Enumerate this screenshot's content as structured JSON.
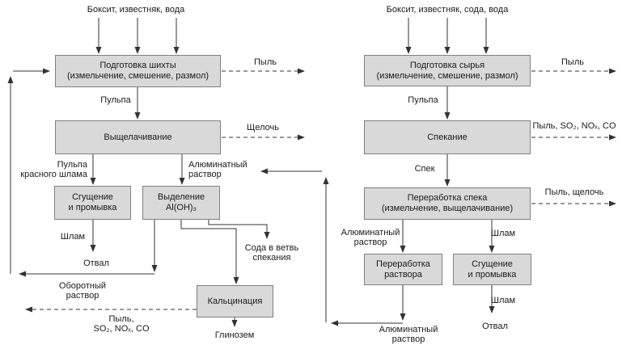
{
  "left": {
    "feed": "Боксит, известняк, вода",
    "box_prep": "Подготовка шихты\n(измельчение, смешение, размол)",
    "dust": "Пыль",
    "pulp": "Пульпа",
    "box_leach": "Выщелачивание",
    "alkali": "Щелочь",
    "red_mud_pulp": "Пульпа\nкрасного шлама",
    "aluminate_solution": "Алюминатный\nраствор",
    "box_thicken": "Сгущение\nи промывка",
    "box_precip": "Выделение\nAl(OH)₃",
    "sludge": "Шлам",
    "dump": "Отвал",
    "recycled_solution": "Оборотный\nраствор",
    "soda_to_sintering": "Сода в ветвь\nспекания",
    "box_calcination": "Кальцинация",
    "calcination_emissions": "Пыль,\nSO₂, NOₓ, CO",
    "alumina": "Глинозем"
  },
  "right": {
    "feed": "Боксит, известняк, сода, вода",
    "box_prep": "Подготовка сырья\n(измельчение, смешение, размол)",
    "dust": "Пыль",
    "pulp": "Пульпа",
    "box_sinter": "Спекание",
    "sinter_emissions": "Пыль, SO₂, NOₓ, CO",
    "cake": "Спек",
    "box_cake_processing": "Переработка спека\n(измельчение, выщелачивание)",
    "cake_emissions": "Пыль, щелочь",
    "aluminate_solution_in": "Алюминатный\nраствор",
    "sludge_1": "Шлам",
    "box_solution_processing": "Переработка\nраствора",
    "box_thicken": "Сгущение\nи промывка",
    "aluminate_solution_out": "Алюминатный\nраствор",
    "sludge_2": "Шлам",
    "dump": "Отвал"
  },
  "colors": {
    "background": "#ffffff",
    "box_fill": "#d9d9d9",
    "box_border": "#808080",
    "line": "#333333"
  }
}
